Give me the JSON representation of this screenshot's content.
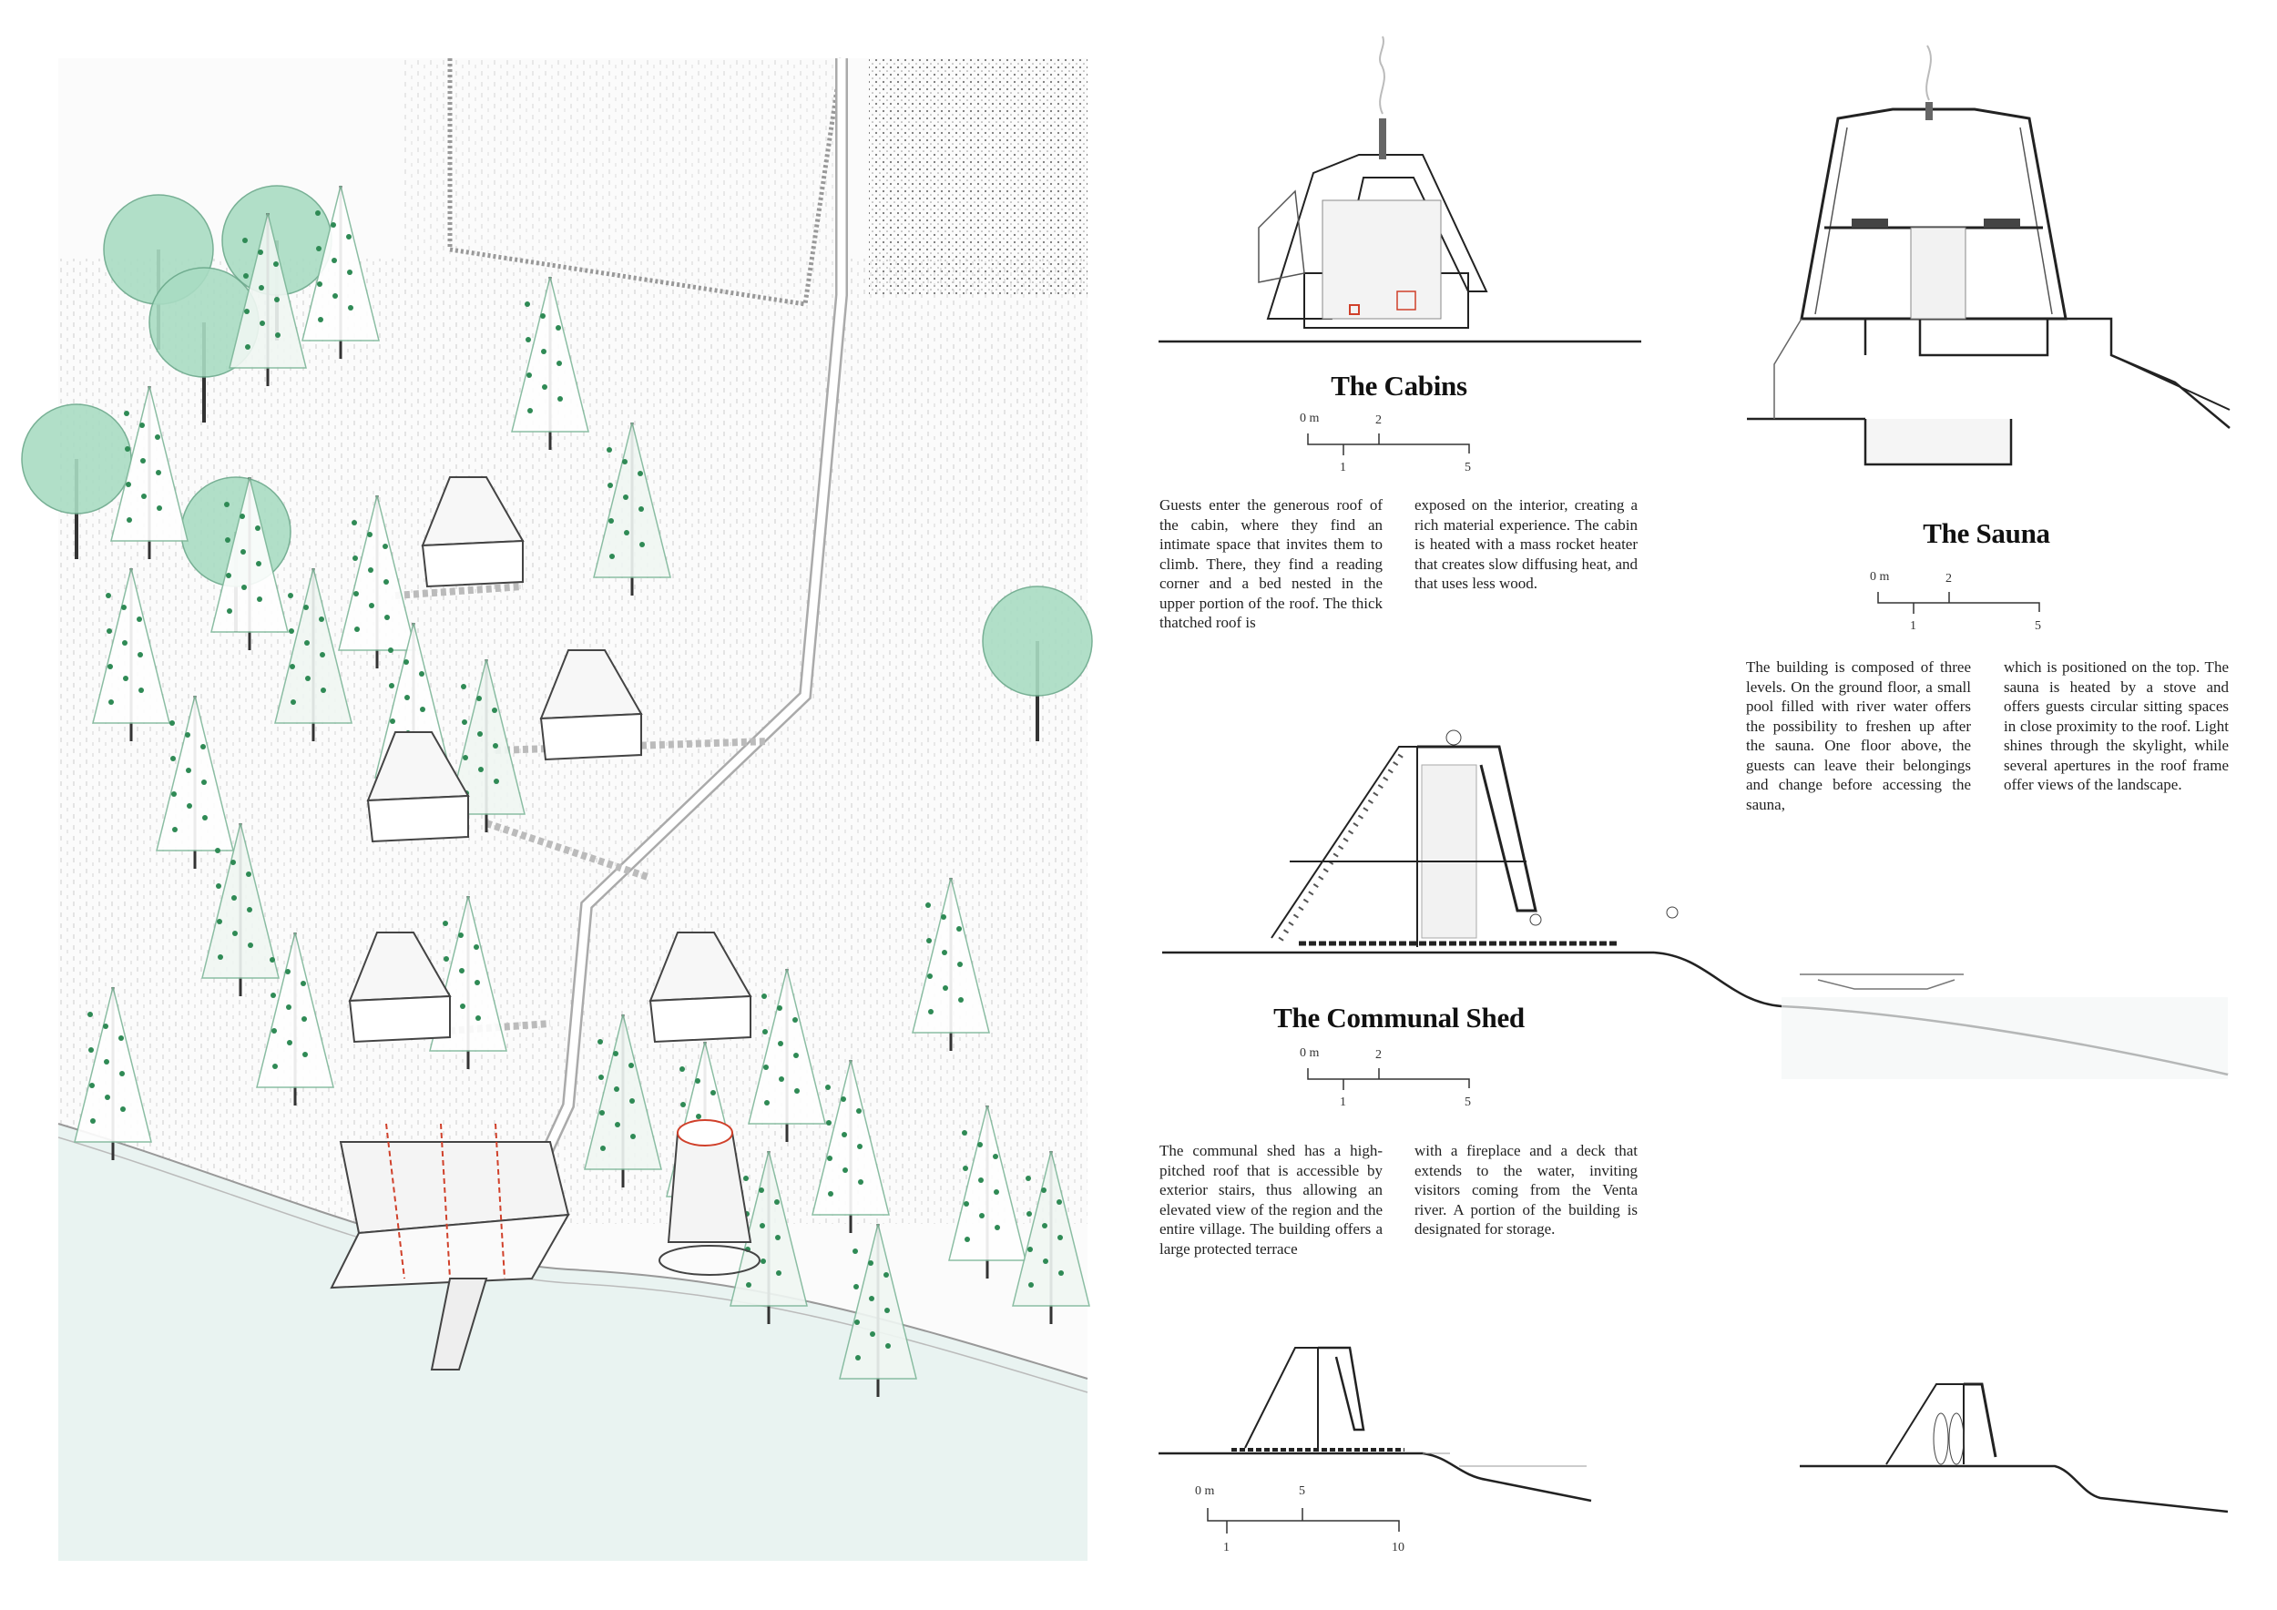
{
  "cabins": {
    "title": "The Cabins",
    "scale": {
      "label0": "0 m",
      "label1": "1",
      "label2": "2",
      "label5": "5"
    },
    "text_col1": "Guests enter the generous roof of the cabin, where they find an intimate space that invites them to climb. There, they find a reading corner and a bed nested in the upper portion of the roof. The thick thatched roof is",
    "text_col2": "exposed on the interior, creating a rich material experience. The cabin is heated with a mass rocket heater that creates slow diffusing heat, and that uses less wood."
  },
  "sauna": {
    "title": "The Sauna",
    "scale": {
      "label0": "0 m",
      "label1": "1",
      "label2": "2",
      "label5": "5"
    },
    "text_col1": "The building is composed of three levels. On the ground floor, a small pool filled with river water offers the possibility to freshen up after the sauna. One floor above, the guests can leave their belongings and change before accessing the sauna,",
    "text_col2": "which is positioned on the top. The sauna is heated by a stove and offers guests circular sitting spaces in close proximity to the roof. Light shines through the skylight, while several apertures in the roof frame offer views of the landscape."
  },
  "communal_shed": {
    "title": "The Communal Shed",
    "scale": {
      "label0": "0 m",
      "label1": "1",
      "label2": "2",
      "label5": "5"
    },
    "text_col1": "The communal shed has a high-pitched roof that is accessible by exterior stairs, thus allowing an elevated view of the region and the entire village. The building offers a large protected terrace",
    "text_col2": "with a fireplace and a deck that extends to the water, inviting visitors coming from the Venta river. A portion of the building is designated for storage."
  },
  "site_scale": {
    "label0": "0 m",
    "label1": "1",
    "label5": "5",
    "label10": "10"
  },
  "colors": {
    "tree_green": "#a9dcc3",
    "tree_dot": "#2f8a55",
    "water": "#e9f3f1",
    "accent_red": "#d0402a",
    "line": "#333333"
  }
}
